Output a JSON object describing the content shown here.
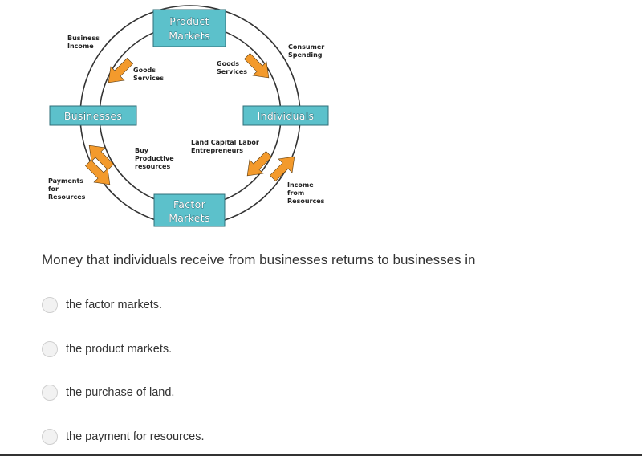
{
  "diagram": {
    "boxes": {
      "product": [
        "Product",
        "Markets"
      ],
      "businesses": "Businesses",
      "individuals": "Individuals",
      "factor": [
        "Factor",
        "Markets"
      ]
    },
    "labels": {
      "business_income": [
        "Business",
        "Income"
      ],
      "goods_services_left": [
        "Goods",
        "Services"
      ],
      "goods_services_right": [
        "Goods",
        "Services"
      ],
      "consumer_spending": [
        "Consumer",
        "Spending"
      ],
      "buy_productive": [
        "Buy",
        "Productive",
        "resources"
      ],
      "land_capital": [
        "Land Capital Labor",
        "Entrepreneurs"
      ],
      "payments": [
        "Payments",
        "for",
        "Resources"
      ],
      "income_from": [
        "Income",
        "from",
        "Resources"
      ]
    },
    "colors": {
      "box_fill": "#5cc1cb",
      "box_border": "#2f6f78",
      "arrow": "#f39a2c",
      "ring": "#333333"
    }
  },
  "question": {
    "text": "Money that individuals receive from businesses returns to businesses in",
    "options": [
      "the factor markets.",
      "the product markets.",
      "the purchase of land.",
      "the payment for resources."
    ]
  }
}
